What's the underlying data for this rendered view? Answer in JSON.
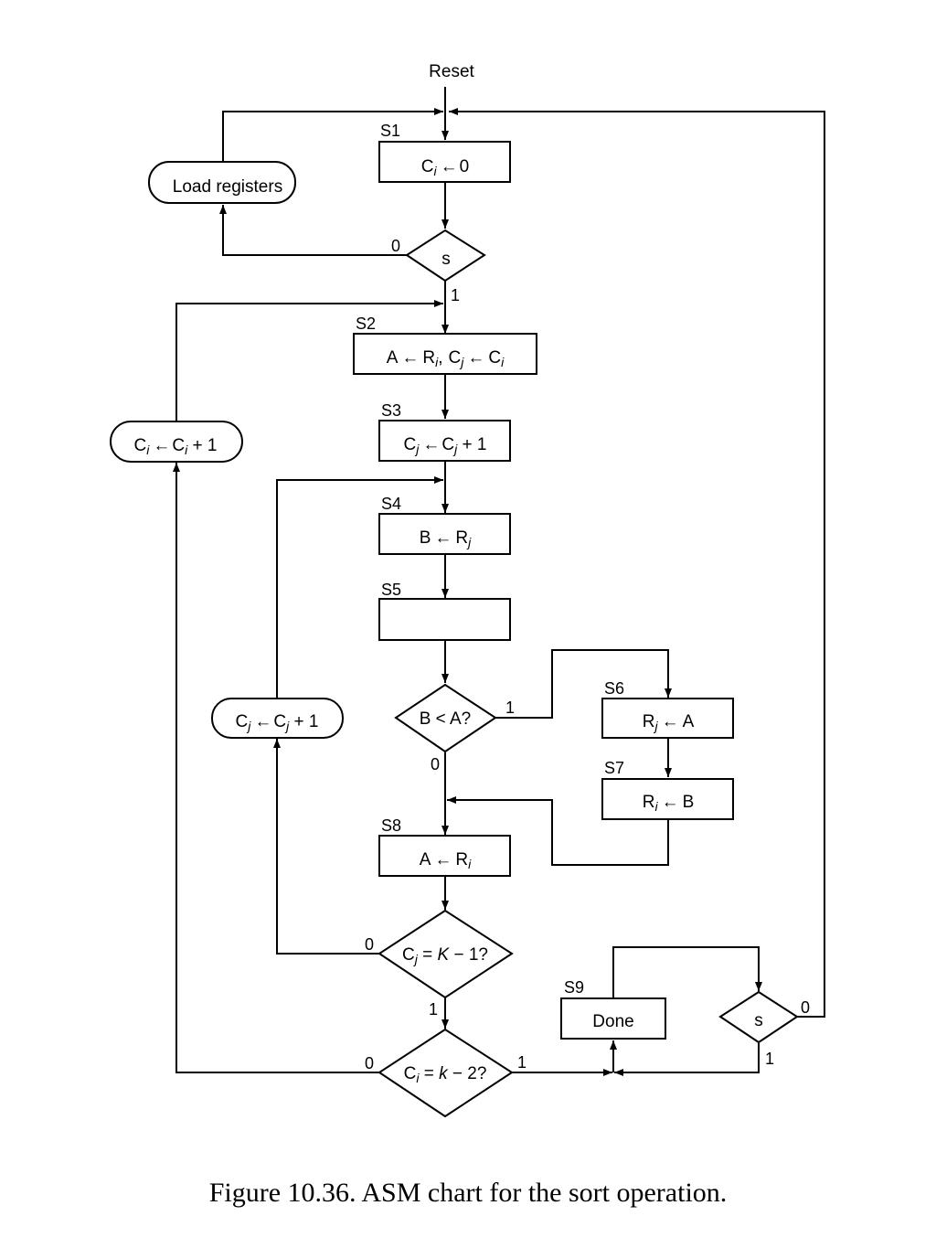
{
  "reset_label": "Reset",
  "load_registers": "Load registers",
  "states": {
    "s1": "S1",
    "s2": "S2",
    "s3": "S3",
    "s4": "S4",
    "s5": "S5",
    "s6": "S6",
    "s7": "S7",
    "s8": "S8",
    "s9": "S9"
  },
  "sym": {
    "arrow": "←",
    "C": "C",
    "A": "A",
    "B": "B",
    "R": "R",
    "i": "i",
    "j": "j",
    "zero": "0",
    "plus_one": " + 1",
    "comma": ",",
    "eq": " = ",
    "K": "K",
    "k": "k",
    "minus_one_q": " − 1?",
    "minus_two_q": " − 2?",
    "done": "Done"
  },
  "decisions": {
    "s_top": "s",
    "b_lt_a": "B < A?",
    "s_bottom": "s"
  },
  "branch": {
    "zero": "0",
    "one": "1"
  },
  "caption": "Figure 10.36.  ASM chart for the sort operation."
}
